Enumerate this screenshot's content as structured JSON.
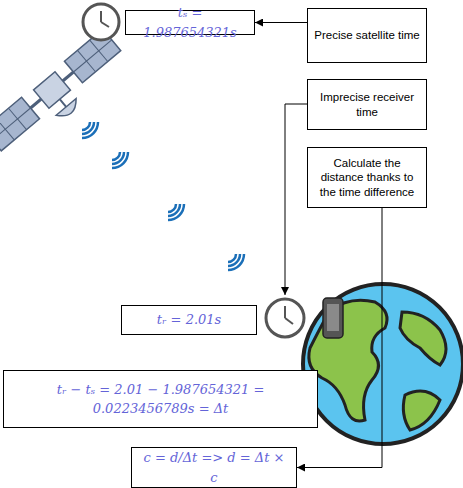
{
  "diagram": {
    "nodes": [
      {
        "text": [
          "tₛ = 1.987654321s"
        ]
      },
      {
        "text": [
          "Precise satellite time"
        ]
      },
      {
        "text": [
          "Imprecise receiver time"
        ]
      },
      {
        "text": [
          "Calculate the distance thanks to the time difference"
        ]
      },
      {
        "text": [
          "tᵣ = 2.01s"
        ]
      },
      {
        "text": [
          "tᵣ − tₛ = 2.01 − 1.987654321 = 0.0223456789s = Δt"
        ]
      },
      {
        "text": [
          "c = d/Δt => d = Δt × c"
        ]
      }
    ],
    "edges": [
      {
        "from": 1,
        "to": 0,
        "arrow": "to"
      },
      {
        "from": 3,
        "to": 6,
        "arrow": "to"
      }
    ]
  }
}
